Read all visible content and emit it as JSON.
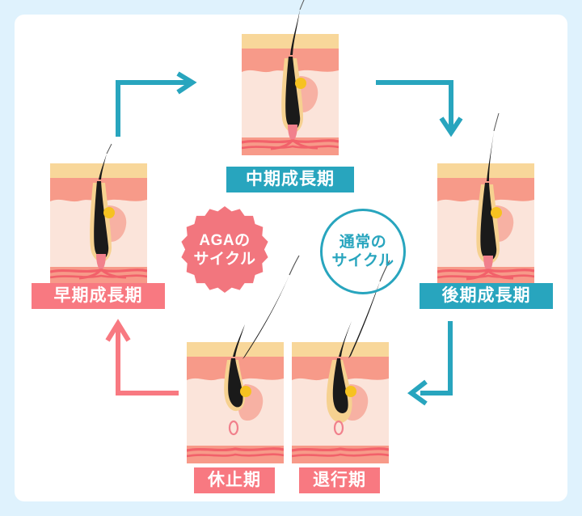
{
  "diagram": {
    "title": "AGA hair growth cycle",
    "frame_color": "#dff2fd",
    "background_color": "#ffffff"
  },
  "colors": {
    "teal": "#28a5be",
    "pink": "#f87981",
    "skin_top": "#f8d79a",
    "epidermis": "#f79a89",
    "dermis": "#fbe4da",
    "hair_black": "#1a1a1a",
    "sheath_yellow": "#f6d190",
    "sebum_yellow": "#f6c221",
    "vessel_red": "#f2616a",
    "papilla_pink": "#f1808c"
  },
  "stages": [
    {
      "id": "mid-anagen",
      "label": "中期成長期",
      "label_style": "teal"
    },
    {
      "id": "late-anagen",
      "label": "後期成長期",
      "label_style": "teal"
    },
    {
      "id": "early-anagen",
      "label": "早期成長期",
      "label_style": "pink"
    },
    {
      "id": "telogen",
      "label": "休止期",
      "label_style": "pink"
    },
    {
      "id": "catagen",
      "label": "退行期",
      "label_style": "pink"
    }
  ],
  "badges": {
    "aga": {
      "line1": "AGAの",
      "line2": "サイクル",
      "shape": "scalloped-burst",
      "color": "#f2767e"
    },
    "normal": {
      "line1": "通常の",
      "line2": "サイクル",
      "shape": "circle-outline",
      "color": "#28a5be"
    }
  },
  "arrows": [
    {
      "id": "arrow-early-to-mid",
      "direction": "up-then-right",
      "color": "#28a5be"
    },
    {
      "id": "arrow-mid-to-late",
      "direction": "right-then-down",
      "color": "#28a5be"
    },
    {
      "id": "arrow-late-to-catagen",
      "direction": "down-then-left",
      "color": "#28a5be"
    },
    {
      "id": "arrow-telogen-to-early",
      "direction": "right-then-up",
      "color": "#f87981"
    }
  ]
}
